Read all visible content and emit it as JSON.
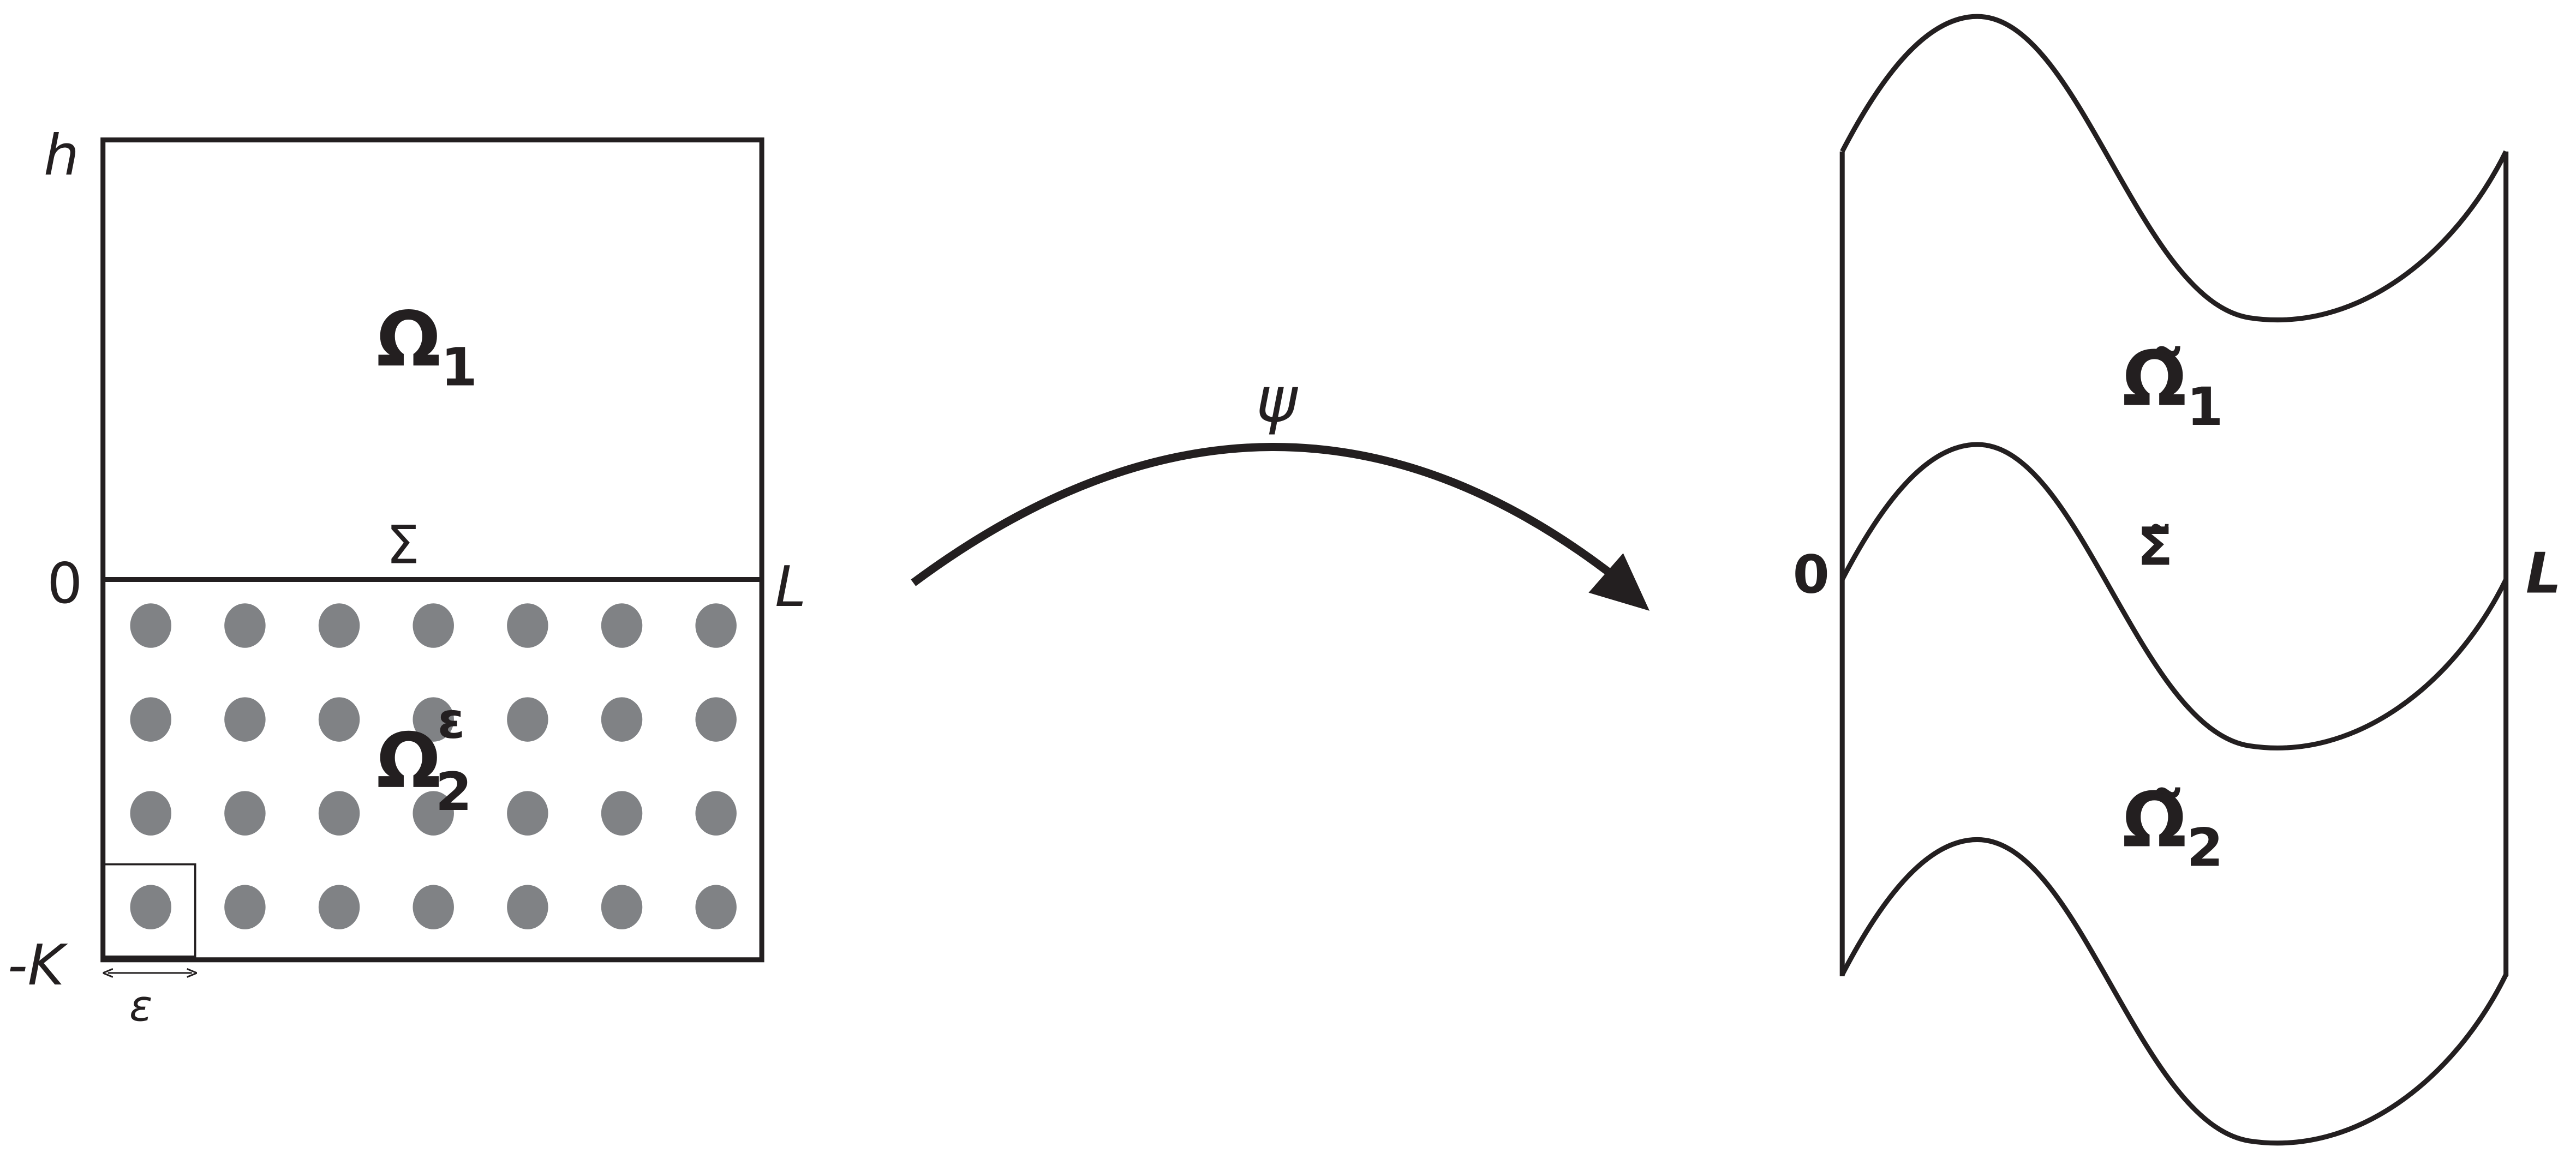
{
  "colors": {
    "stroke": "#231f20",
    "inclusion": "#808285",
    "background": "#ffffff"
  },
  "left_domain": {
    "label_h": "h",
    "label_zero": "0",
    "label_L": "L",
    "label_minus_K": "-K",
    "omega1": {
      "base": "Ω",
      "sub": "1"
    },
    "sigma": "Σ",
    "omega2": {
      "base": "Ω",
      "sub": "2",
      "sup": "ε"
    },
    "cell_label": "ε",
    "inclusion_grid": {
      "rows": 4,
      "columns": 7
    }
  },
  "map_label": "ψ",
  "right_domain": {
    "label_zero": "0",
    "label_L": "L",
    "omega1": {
      "base": "Ω̃",
      "sub": "1"
    },
    "sigma": "Σ̃",
    "omega2": {
      "base": "Ω̃",
      "sub": "2"
    }
  }
}
